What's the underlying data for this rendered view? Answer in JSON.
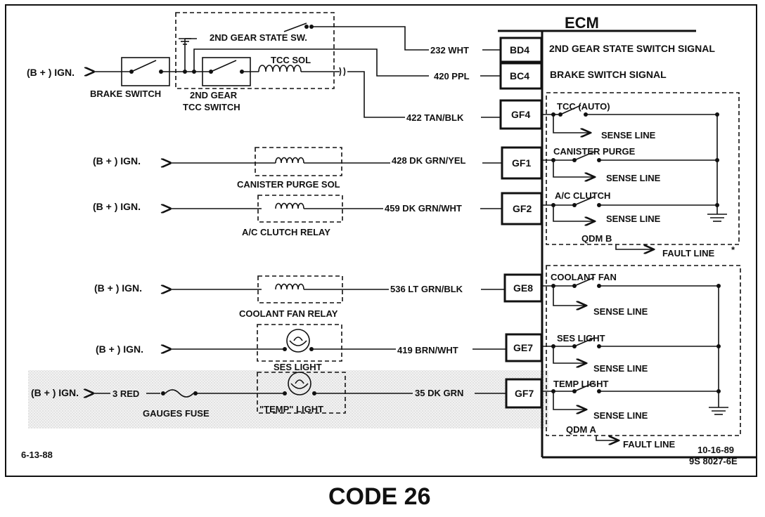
{
  "ecm_title": "ECM",
  "top_block": {
    "state_switch": "2ND GEAR STATE SW.",
    "tcc_sol": "TCC SOL",
    "brake_switch": "BRAKE SWITCH",
    "tcc_switch_line1": "2ND GEAR",
    "tcc_switch_line2": "TCC SWITCH",
    "ign": "(B + ) IGN."
  },
  "wires": {
    "w232": "232 WHT",
    "w420": "420 PPL",
    "w422": "422 TAN/BLK",
    "w428": "428 DK GRN/YEL",
    "w459": "459 DK GRN/WHT",
    "w536": "536 LT GRN/BLK",
    "w419": "419 BRN/WHT",
    "w35": "35 DK GRN",
    "w3": "3 RED"
  },
  "pins": {
    "bd4": "BD4",
    "bc4": "BC4",
    "gf4": "GF4",
    "gf1": "GF1",
    "gf2": "GF2",
    "ge8": "GE8",
    "ge7": "GE7",
    "gf7": "GF7"
  },
  "signals": {
    "bd4": "2ND GEAR STATE SWITCH SIGNAL",
    "bc4": "BRAKE SWITCH SIGNAL"
  },
  "loads": {
    "canister": "CANISTER PURGE SOL",
    "ac": "A/C CLUTCH RELAY",
    "coolant": "COOLANT FAN RELAY",
    "ses": "SES LIGHT",
    "temp": "\"TEMP\" LIGHT",
    "fuse": "GAUGES FUSE"
  },
  "ign_labels": {
    "r1": "(B + ) IGN.",
    "r2": "(B + ) IGN.",
    "r3": "(B + ) IGN.",
    "r4": "(B + ) IGN.",
    "r5": "(B + ) IGN."
  },
  "qdm_b": {
    "tcc": "TCC  (AUTO)",
    "canister": "CANISTER PURGE",
    "ac": "A/C CLUTCH",
    "sense1": "SENSE LINE",
    "sense2": "SENSE LINE",
    "sense3": "SENSE LINE",
    "name": "QDM  B",
    "fault": "FAULT LINE",
    "star": "*"
  },
  "qdm_a": {
    "coolant": "COOLANT FAN",
    "ses": "SES LIGHT",
    "temp": "TEMP LIGHT",
    "sense1": "SENSE LINE",
    "sense2": "SENSE LINE",
    "sense3": "SENSE LINE",
    "name": "QDM  A",
    "fault": "FAULT LINE"
  },
  "dates": {
    "left": "6-13-88",
    "right1": "10-16-89",
    "right2": "9S 8027-6E"
  },
  "caption": "CODE 26"
}
